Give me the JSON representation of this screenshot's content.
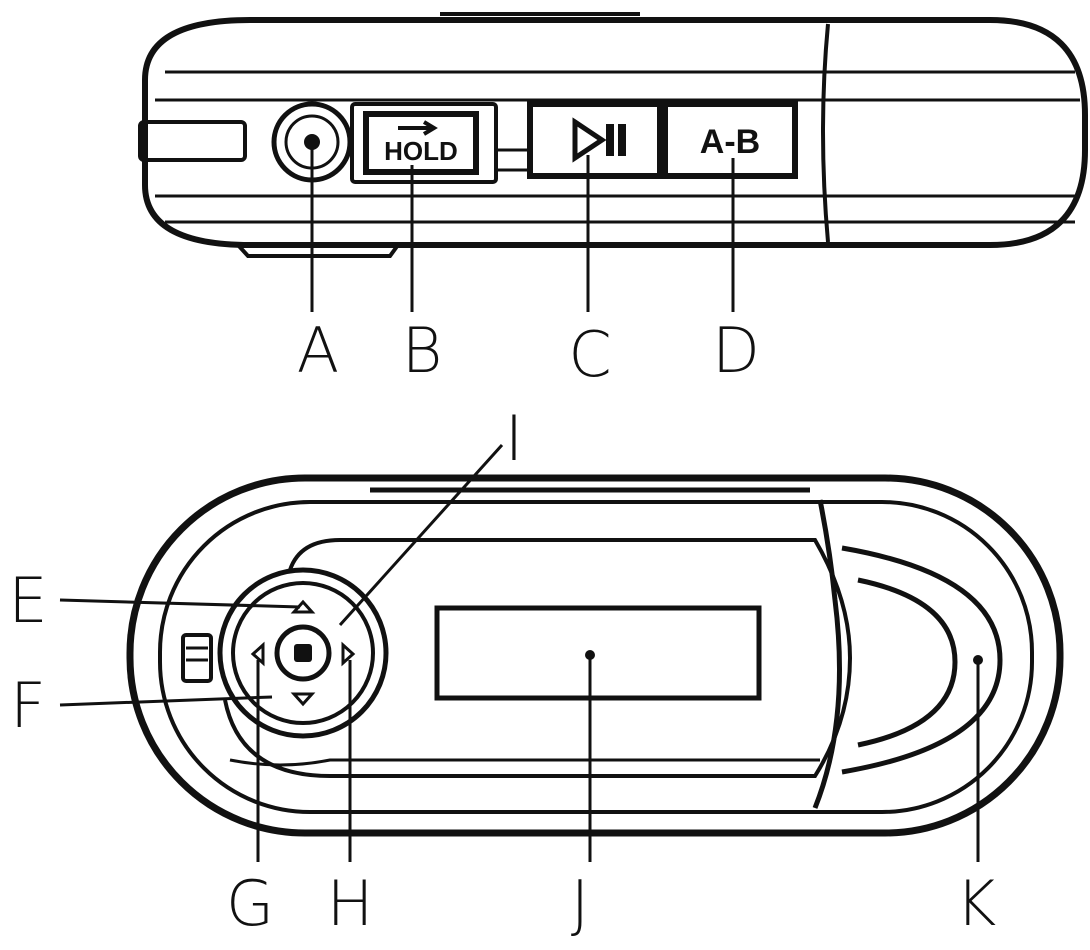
{
  "device_labels": {
    "hold_button": "HOLD",
    "ab_button": "A-B"
  },
  "callouts": {
    "a": "A",
    "b": "B",
    "c": "C",
    "d": "D",
    "e": "E",
    "f": "F",
    "g": "G",
    "h": "H",
    "i": "I",
    "j": "J",
    "k": "K"
  },
  "icons": {
    "play_pause": "play-pause-icon",
    "menu_center": "menu-center-icon"
  },
  "colors": {
    "line": "#111111",
    "background": "#ffffff"
  }
}
